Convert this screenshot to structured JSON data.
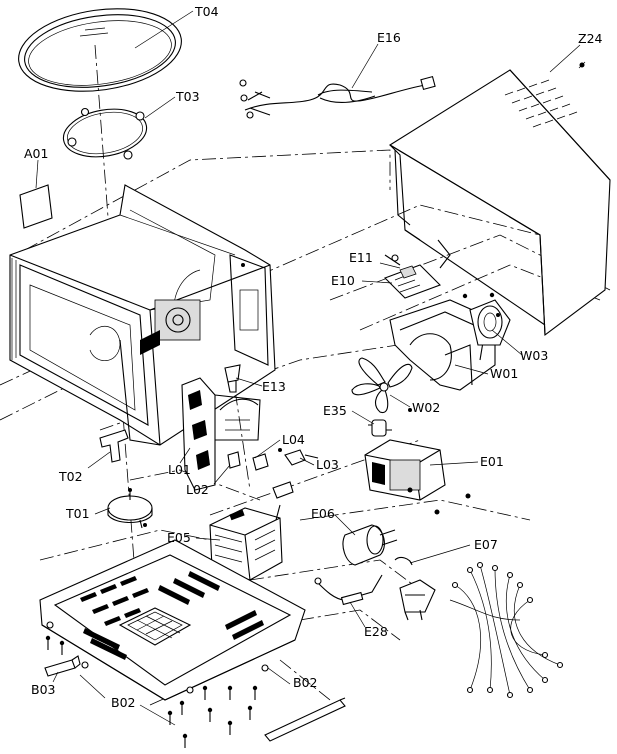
{
  "labels": {
    "T04": "T04",
    "E16": "E16",
    "Z24": "Z24",
    "T03": "T03",
    "A01": "A01",
    "E11": "E11",
    "E10": "E10",
    "W03": "W03",
    "W01": "W01",
    "E13": "E13",
    "W02": "W02",
    "E35": "E35",
    "L04": "L04",
    "L03": "L03",
    "T02": "T02",
    "L01": "L01",
    "E01": "E01",
    "L02": "L02",
    "T01": "T01",
    "E06": "E06",
    "E07": "E07",
    "E05": "E05",
    "E28": "E28",
    "B02a": "B02",
    "B03": "B03",
    "B02b": "B02"
  }
}
